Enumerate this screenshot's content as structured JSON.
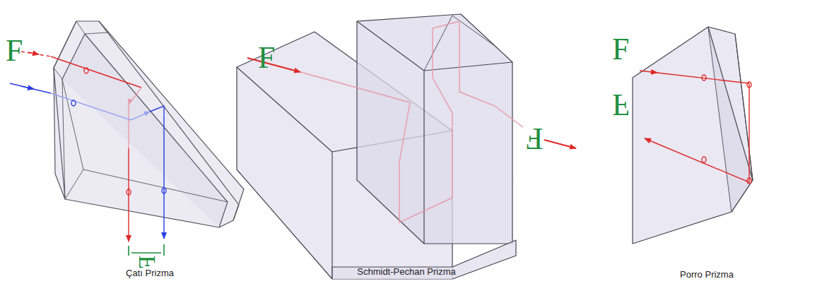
{
  "diagram": {
    "labels": [
      "F",
      "F",
      "Çatı Prizma",
      "F",
      "F",
      "Schmidt-Pechan Prizma",
      "F",
      "F",
      "Porro Prizma"
    ]
  }
}
